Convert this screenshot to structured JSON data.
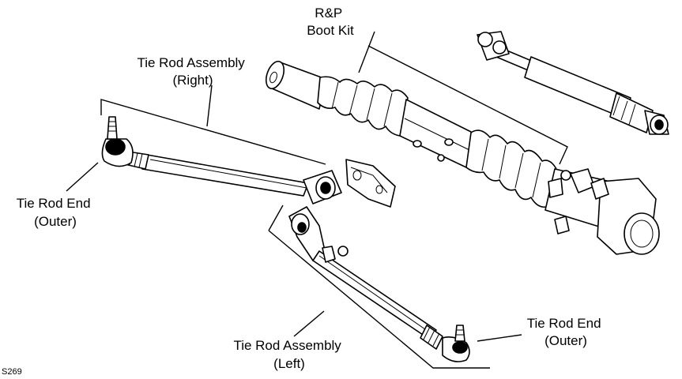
{
  "labels": {
    "boot_kit": [
      "R&P",
      "Boot Kit"
    ],
    "tie_rod_assembly_right": [
      "Tie Rod Assembly",
      "(Right)"
    ],
    "tie_rod_end_left": [
      "Tie Rod End",
      "(Outer)"
    ],
    "tie_rod_end_right": [
      "Tie Rod End",
      "(Outer)"
    ],
    "tie_rod_assembly_left": [
      "Tie Rod Assembly",
      "(Left)"
    ],
    "figure_code": "S269"
  }
}
